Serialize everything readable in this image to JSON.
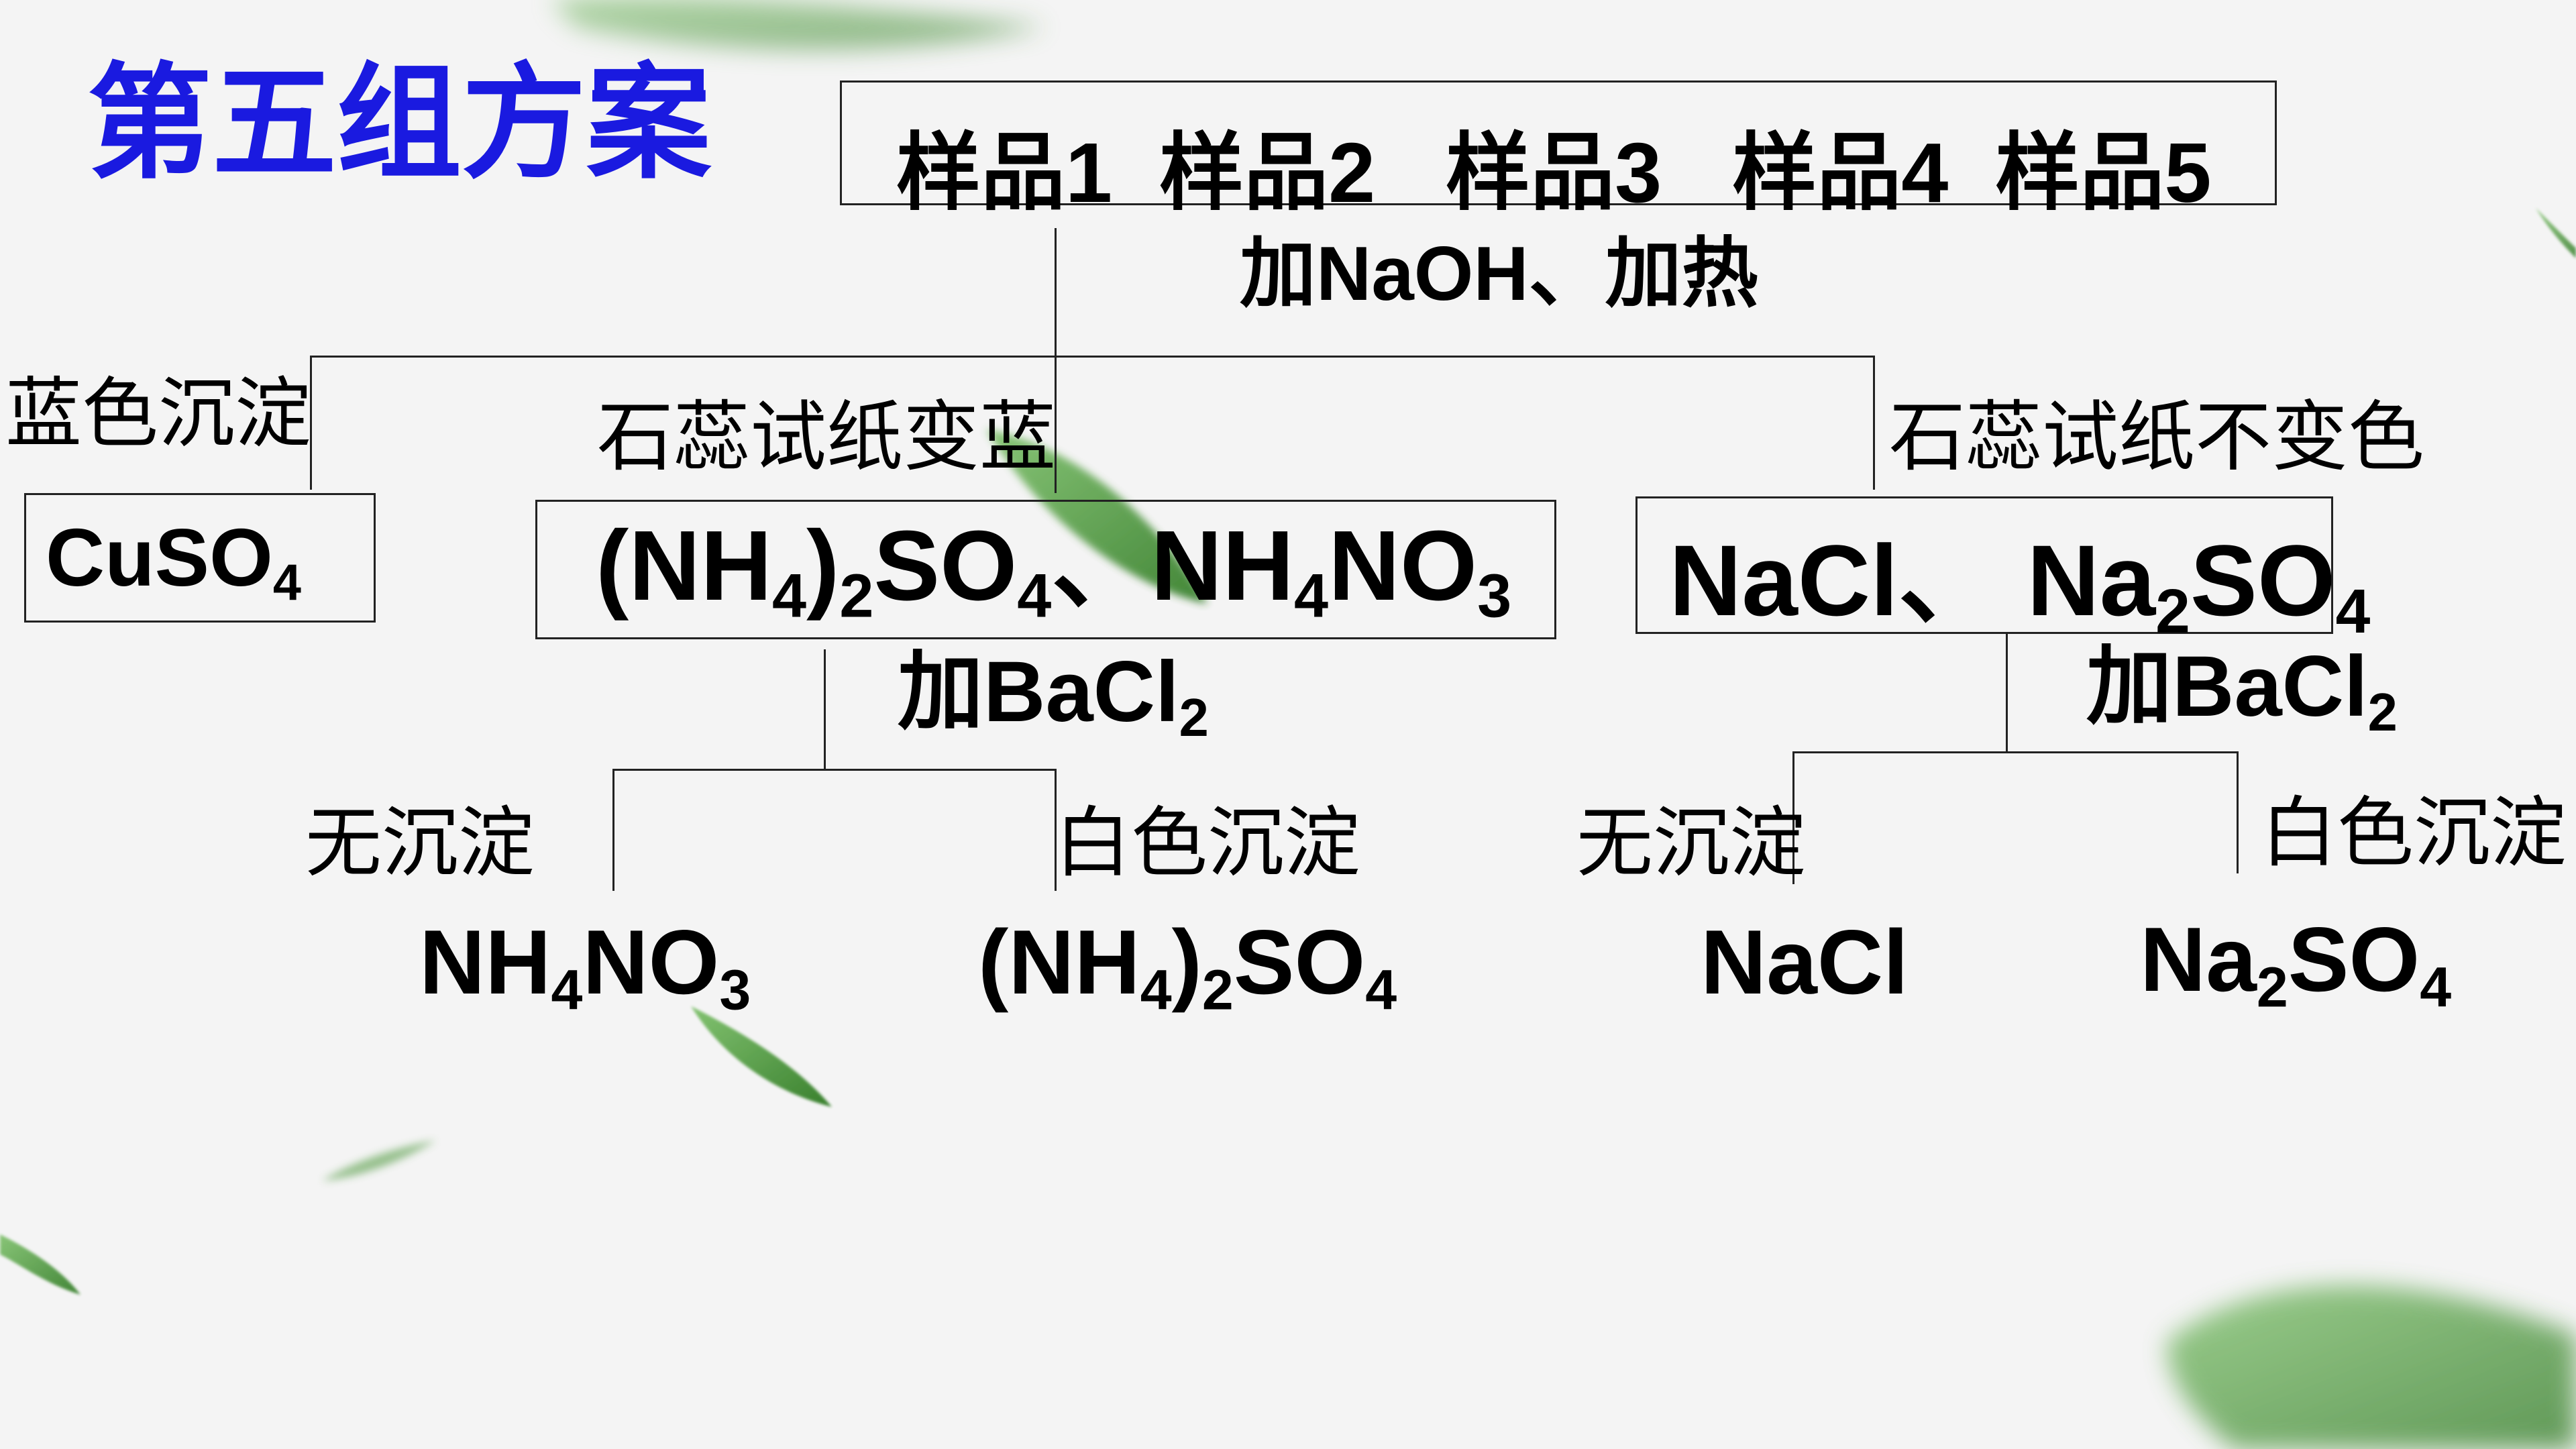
{
  "title": "第五组方案",
  "samples": "样品1  样品2   样品3   样品4  样品5",
  "step1_reagent": "加NaOH、加热",
  "branch_left_label": "蓝色沉淀",
  "branch_middle_label": "石蕊试纸变蓝",
  "branch_right_label": "石蕊试纸不变色",
  "left_result": [
    {
      "text": "CuSO"
    },
    {
      "text": "4",
      "sub": true
    }
  ],
  "middle_group": [
    {
      "text": "(NH"
    },
    {
      "text": "4",
      "sub": true
    },
    {
      "text": ")"
    },
    {
      "text": "2",
      "sub": true
    },
    {
      "text": "SO"
    },
    {
      "text": "4",
      "sub": true
    },
    {
      "text": "、NH"
    },
    {
      "text": "4",
      "sub": true
    },
    {
      "text": "NO"
    },
    {
      "text": "3",
      "sub": true
    }
  ],
  "right_group": [
    {
      "text": "NaCl、 Na"
    },
    {
      "text": "2",
      "sub": true
    },
    {
      "text": "SO"
    },
    {
      "text": "4",
      "sub": true
    }
  ],
  "step2_reagent_middle": [
    {
      "text": "加BaCl"
    },
    {
      "text": "2",
      "sub": true
    }
  ],
  "step2_reagent_right": [
    {
      "text": "加BaCl"
    },
    {
      "text": "2",
      "sub": true
    }
  ],
  "middle_left_label": "无沉淀",
  "middle_right_label": "白色沉淀",
  "right_left_label": "无沉淀",
  "right_right_label": "白色沉淀",
  "middle_left_result": [
    {
      "text": "NH"
    },
    {
      "text": "4",
      "sub": true
    },
    {
      "text": "NO"
    },
    {
      "text": "3",
      "sub": true
    }
  ],
  "middle_right_result": [
    {
      "text": "(NH"
    },
    {
      "text": "4",
      "sub": true
    },
    {
      "text": ")"
    },
    {
      "text": "2",
      "sub": true
    },
    {
      "text": "SO"
    },
    {
      "text": "4",
      "sub": true
    }
  ],
  "right_left_result": "NaCl",
  "right_right_result": [
    {
      "text": "Na"
    },
    {
      "text": "2",
      "sub": true
    },
    {
      "text": "SO"
    },
    {
      "text": "4",
      "sub": true
    }
  ],
  "colors": {
    "background": "#f4f4f4",
    "title": "#1a1ae0",
    "text": "#000000",
    "lines": "#222222",
    "leaf_green": "#3d8f2c"
  },
  "decorations": [
    "leaf",
    "leaf",
    "leaf",
    "leaf",
    "leaf",
    "leaf"
  ]
}
